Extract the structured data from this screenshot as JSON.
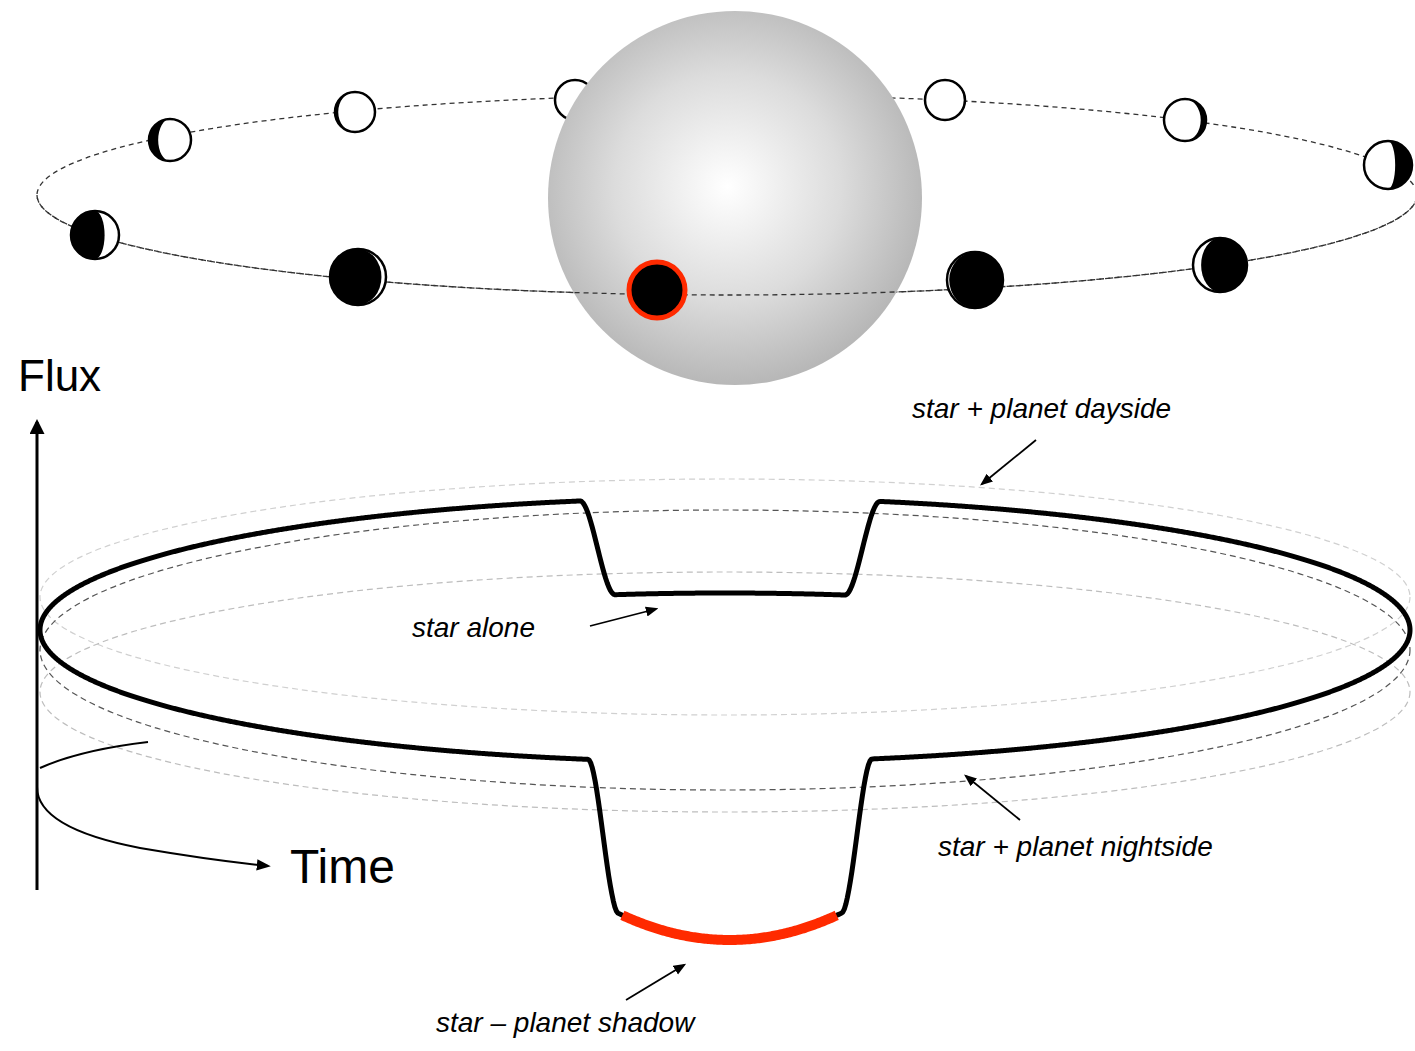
{
  "diagram": {
    "labels": [
      "Flux",
      "Time",
      "star + planet dayside",
      "star alone",
      "star + planet nightside",
      "star – planet shadow"
    ]
  }
}
